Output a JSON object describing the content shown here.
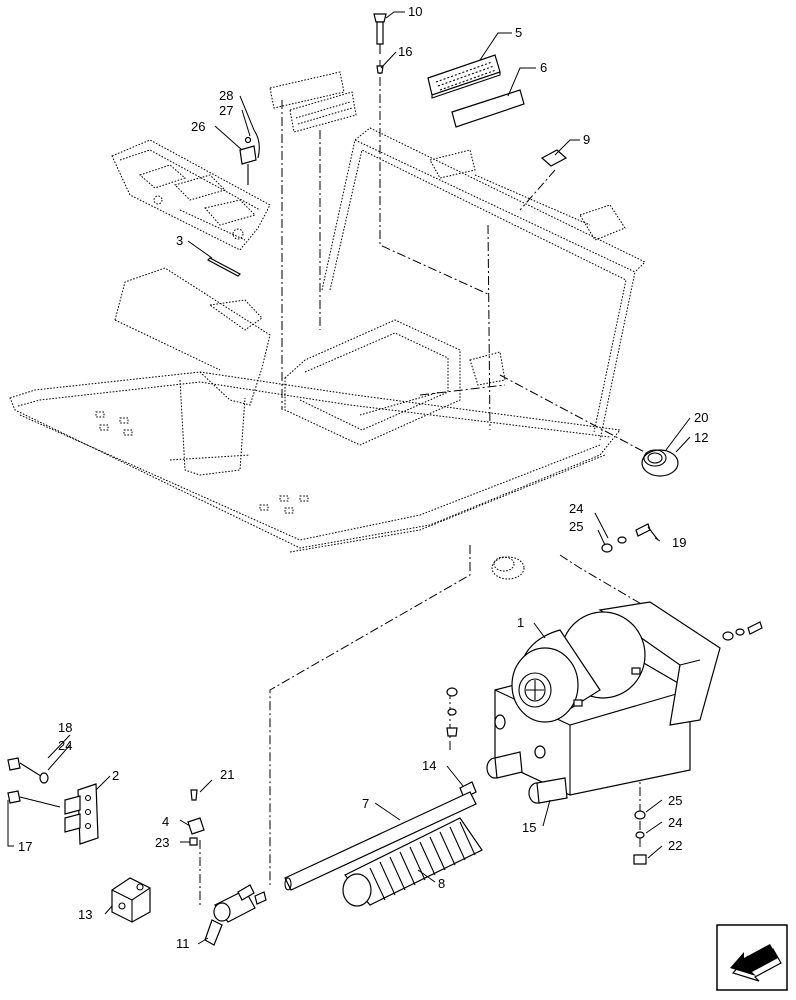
{
  "callouts": {
    "c1": "1",
    "c2": "2",
    "c3": "3",
    "c4": "4",
    "c5": "5",
    "c6": "6",
    "c7": "7",
    "c8": "8",
    "c9": "9",
    "c10": "10",
    "c11": "11",
    "c12": "12",
    "c13": "13",
    "c14": "14",
    "c15": "15",
    "c16": "16",
    "c17": "17",
    "c18": "18",
    "c19": "19",
    "c20": "20",
    "c21": "21",
    "c22": "22",
    "c23": "23",
    "c24a": "24",
    "c24b": "24",
    "c24c": "24",
    "c25a": "25",
    "c25b": "25",
    "c26": "26",
    "c27": "27",
    "c28": "28"
  },
  "icons": {
    "nav": "arrow-down-left-icon"
  }
}
